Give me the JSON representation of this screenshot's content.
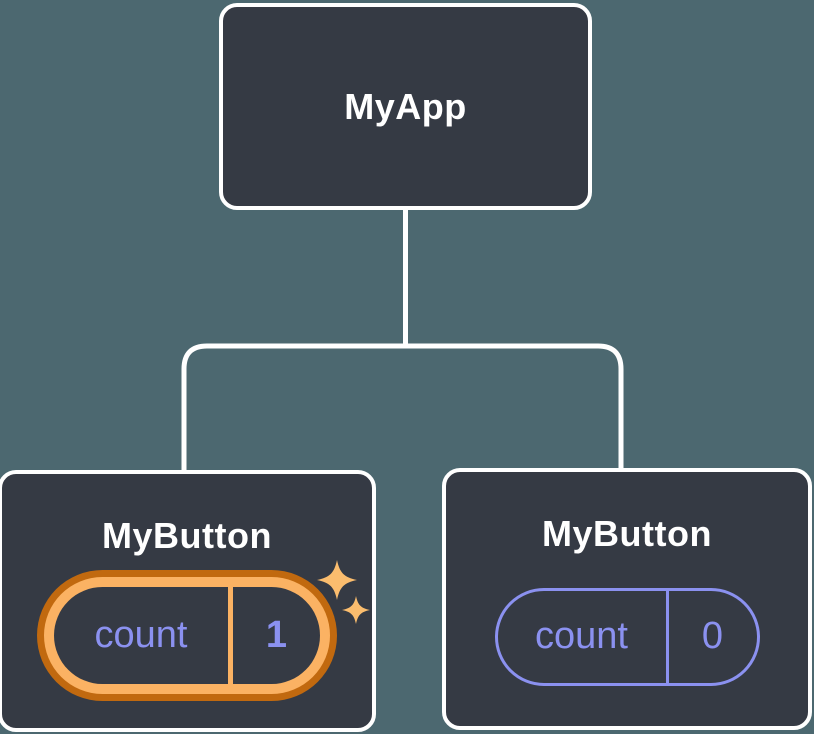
{
  "tree": {
    "root": {
      "label": "MyApp"
    },
    "children": [
      {
        "label": "MyButton",
        "state": {
          "key": "count",
          "value": "1"
        },
        "highlighted": true
      },
      {
        "label": "MyButton",
        "state": {
          "key": "count",
          "value": "0"
        },
        "highlighted": false
      }
    ]
  },
  "icons": {
    "sparkles": "sparkles-icon (two four-pointed stars marking updated state)"
  },
  "colors": {
    "background": "#4c6870",
    "node_fill": "#353a44",
    "node_border": "#ffffff",
    "connector": "#ffffff",
    "state_accent_purple": "#8b91f0",
    "highlight_ring_outer": "#c1690f",
    "highlight_ring_inner": "#fbb263",
    "sparkle": "#fbbd6e"
  }
}
